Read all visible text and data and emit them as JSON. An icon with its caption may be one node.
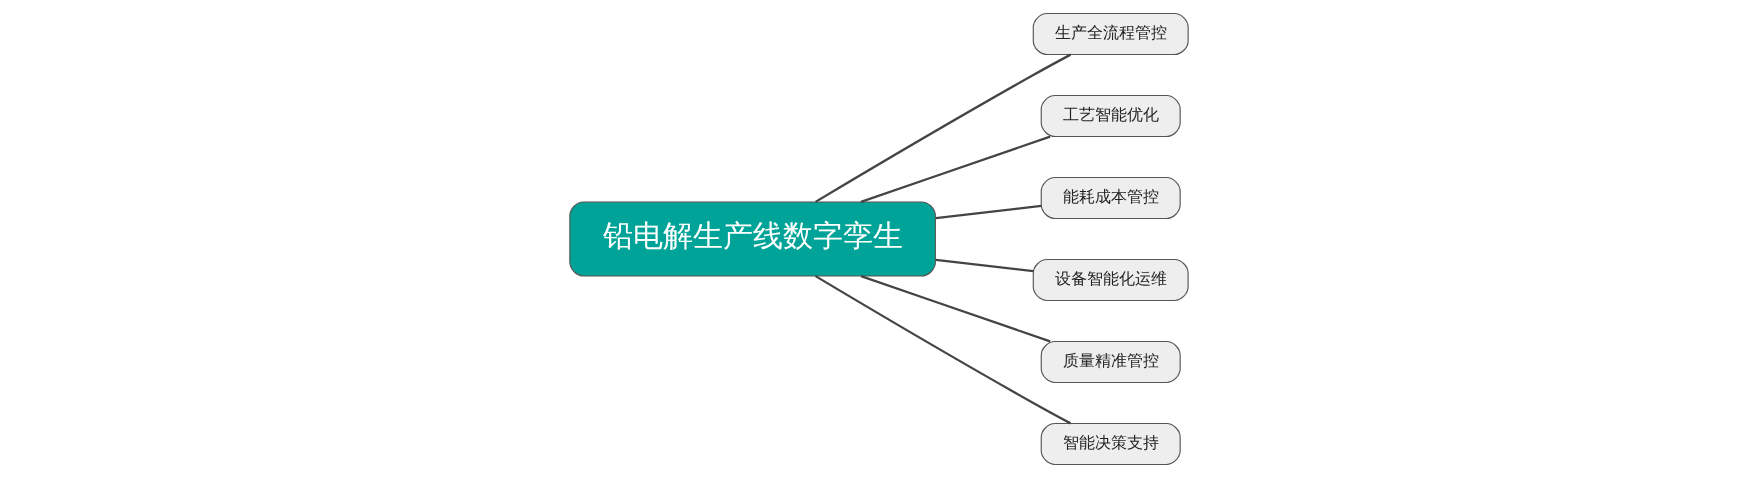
{
  "diagram": {
    "nodes": [
      {
        "text": [
          "铅电解生产线数字孪生"
        ]
      },
      {
        "text": [
          "生产全流程管控"
        ]
      },
      {
        "text": [
          "工艺智能优化"
        ]
      },
      {
        "text": [
          "能耗成本管控"
        ]
      },
      {
        "text": [
          "设备智能化运维"
        ]
      },
      {
        "text": [
          "质量精准管控"
        ]
      },
      {
        "text": [
          "智能决策支持"
        ]
      }
    ],
    "edges": [
      {
        "from": 0,
        "to": 1,
        "arrow": "none"
      },
      {
        "from": 0,
        "to": 4,
        "arrow": "none"
      },
      {
        "from": 0,
        "to": 2,
        "arrow": "none"
      },
      {
        "from": 0,
        "to": 5,
        "arrow": "none"
      },
      {
        "from": 0,
        "to": 3,
        "arrow": "none"
      },
      {
        "from": 0,
        "to": 6,
        "arrow": "none"
      }
    ]
  }
}
